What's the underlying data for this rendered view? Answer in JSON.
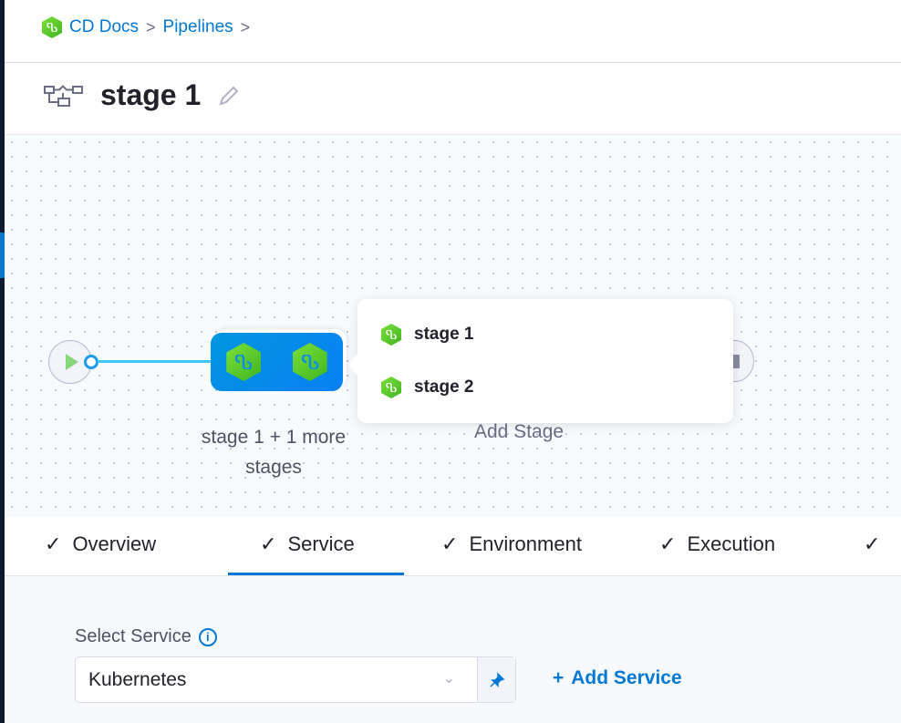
{
  "breadcrumbs": [
    {
      "label": "CD Docs"
    },
    {
      "label": "Pipelines"
    }
  ],
  "breadcrumb_separator": ">",
  "header": {
    "title": "stage 1"
  },
  "canvas": {
    "node_label": "stage 1 + 1 more stages",
    "add_stage": "Add Stage",
    "popup_items": [
      {
        "label": "stage 1"
      },
      {
        "label": "stage 2"
      }
    ]
  },
  "tabs": [
    {
      "label": "Overview"
    },
    {
      "label": "Service",
      "active": true
    },
    {
      "label": "Environment"
    },
    {
      "label": "Execution"
    }
  ],
  "tab_check": "✓",
  "service": {
    "label": "Select Service",
    "info": "i",
    "value": "Kubernetes",
    "add_label": "Add Service",
    "add_icon": "+"
  },
  "colors": {
    "accent": "#0278d5",
    "stage_green": "#4cc72a",
    "node_blue": "#0496e0"
  }
}
